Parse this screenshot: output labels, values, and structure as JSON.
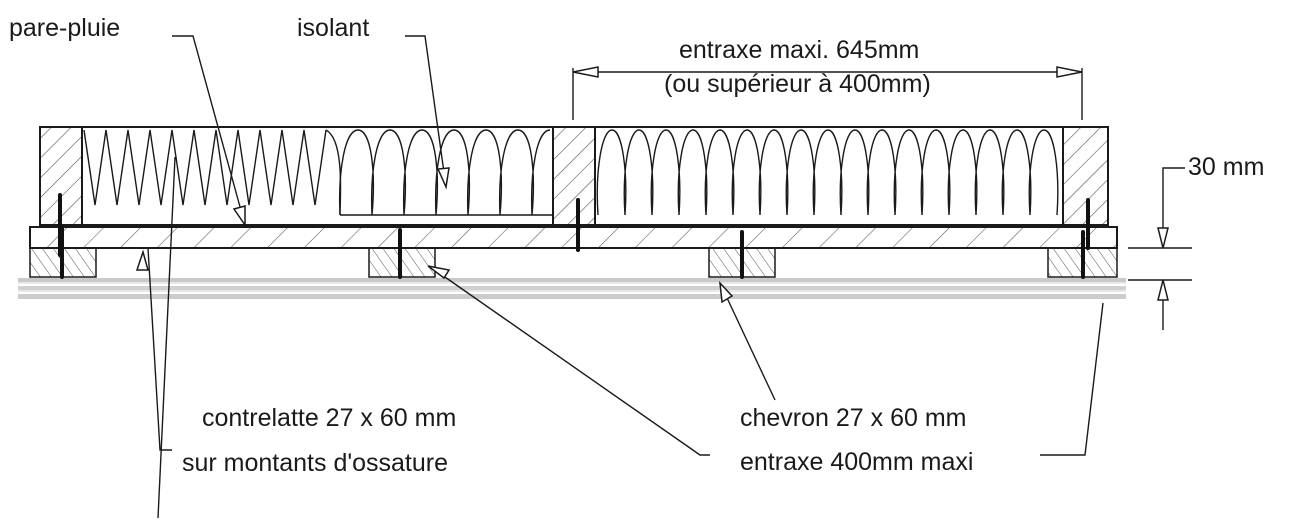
{
  "labels": {
    "pare_pluie": "pare-pluie",
    "isolant": "isolant",
    "entraxe_line1": "entraxe maxi. 645mm",
    "entraxe_line2": "(ou supérieur à 400mm)",
    "thickness": "30 mm",
    "contrelatte_line1": "contrelatte 27 x 60 mm",
    "contrelatte_line2": "sur montants d'ossature",
    "chevron_line1": "chevron 27 x 60 mm",
    "chevron_line2": "entraxe 400mm maxi"
  }
}
